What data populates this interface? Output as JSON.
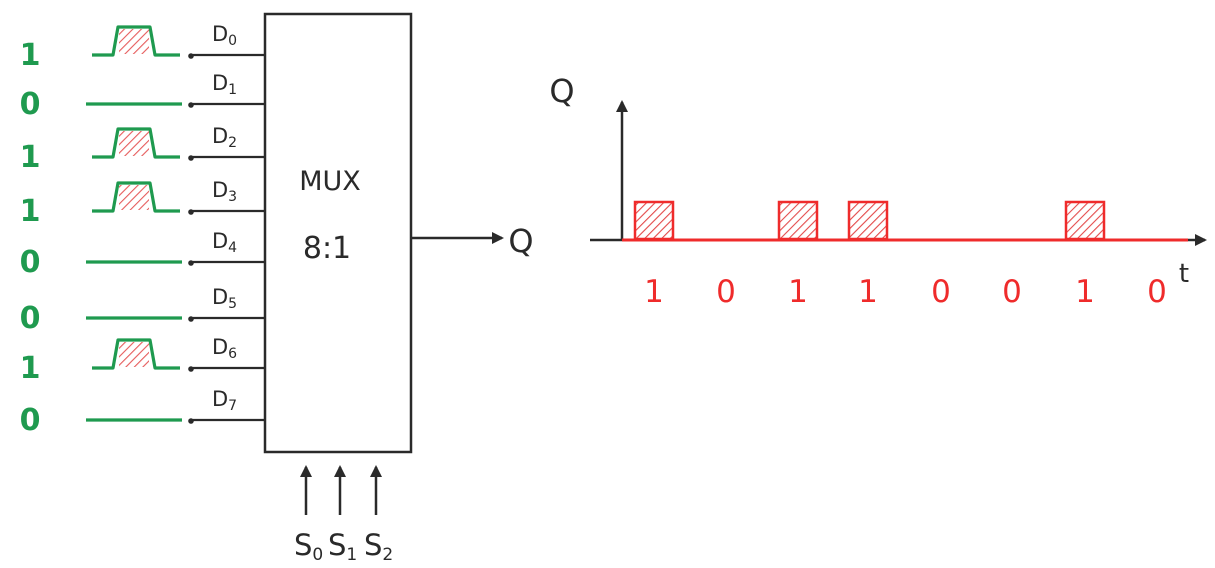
{
  "colors": {
    "input_ink": "#1f9a4f",
    "output_ink": "#ef2b2b",
    "block_ink": "#2a2a2a",
    "hatch": "#e34a4a"
  },
  "mux": {
    "label_line1": "MUX",
    "label_line2": "8:1"
  },
  "inputs": [
    {
      "value": "1",
      "pin": "D0",
      "pulse": true
    },
    {
      "value": "0",
      "pin": "D1",
      "pulse": false
    },
    {
      "value": "1",
      "pin": "D2",
      "pulse": true
    },
    {
      "value": "1",
      "pin": "D3",
      "pulse": true
    },
    {
      "value": "0",
      "pin": "D4",
      "pulse": false
    },
    {
      "value": "0",
      "pin": "D5",
      "pulse": false
    },
    {
      "value": "1",
      "pin": "D6",
      "pulse": true
    },
    {
      "value": "0",
      "pin": "D7",
      "pulse": false
    }
  ],
  "selects": [
    "S0",
    "S1",
    "S2"
  ],
  "output_label": "Q",
  "timing": {
    "y_axis_label": "Q",
    "x_axis_label": "t",
    "bits": [
      "1",
      "0",
      "1",
      "1",
      "0",
      "0",
      "1",
      "0"
    ]
  }
}
